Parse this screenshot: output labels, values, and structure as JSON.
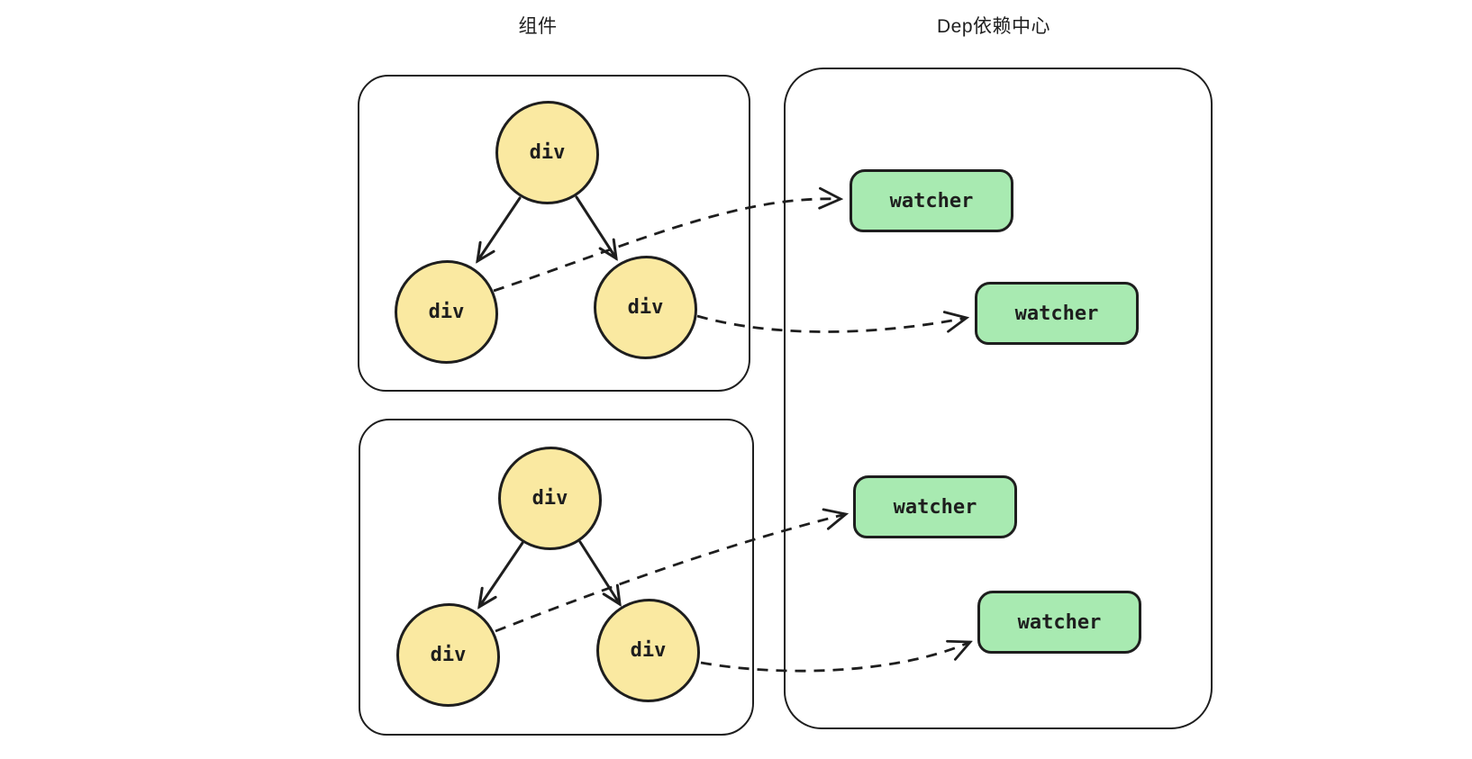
{
  "titles": {
    "left": "组件",
    "right": "Dep依赖中心"
  },
  "groups": {
    "group1": {
      "root": "div",
      "left_child": "div",
      "right_child": "div"
    },
    "group2": {
      "root": "div",
      "left_child": "div",
      "right_child": "div"
    }
  },
  "dep_center": {
    "watchers": [
      "watcher",
      "watcher",
      "watcher",
      "watcher"
    ]
  },
  "edges": [
    {
      "from": "group1.root",
      "to": "group1.left_child",
      "type": "solid-arrow"
    },
    {
      "from": "group1.root",
      "to": "group1.right_child",
      "type": "solid-arrow"
    },
    {
      "from": "group2.root",
      "to": "group2.left_child",
      "type": "solid-arrow"
    },
    {
      "from": "group2.root",
      "to": "group2.right_child",
      "type": "solid-arrow"
    },
    {
      "from": "group1.left_child",
      "to": "watcher-1",
      "type": "dashed-arrow"
    },
    {
      "from": "group1.right_child",
      "to": "watcher-2",
      "type": "dashed-arrow"
    },
    {
      "from": "group2.left_child",
      "to": "watcher-3",
      "type": "dashed-arrow"
    },
    {
      "from": "group2.right_child",
      "to": "watcher-4",
      "type": "dashed-arrow"
    }
  ],
  "colors": {
    "stroke": "#1e1e1e",
    "node_fill": "#fae9a1",
    "watcher_fill": "#a8eab1",
    "bg": "#ffffff",
    "text": "#1e1e1e"
  }
}
